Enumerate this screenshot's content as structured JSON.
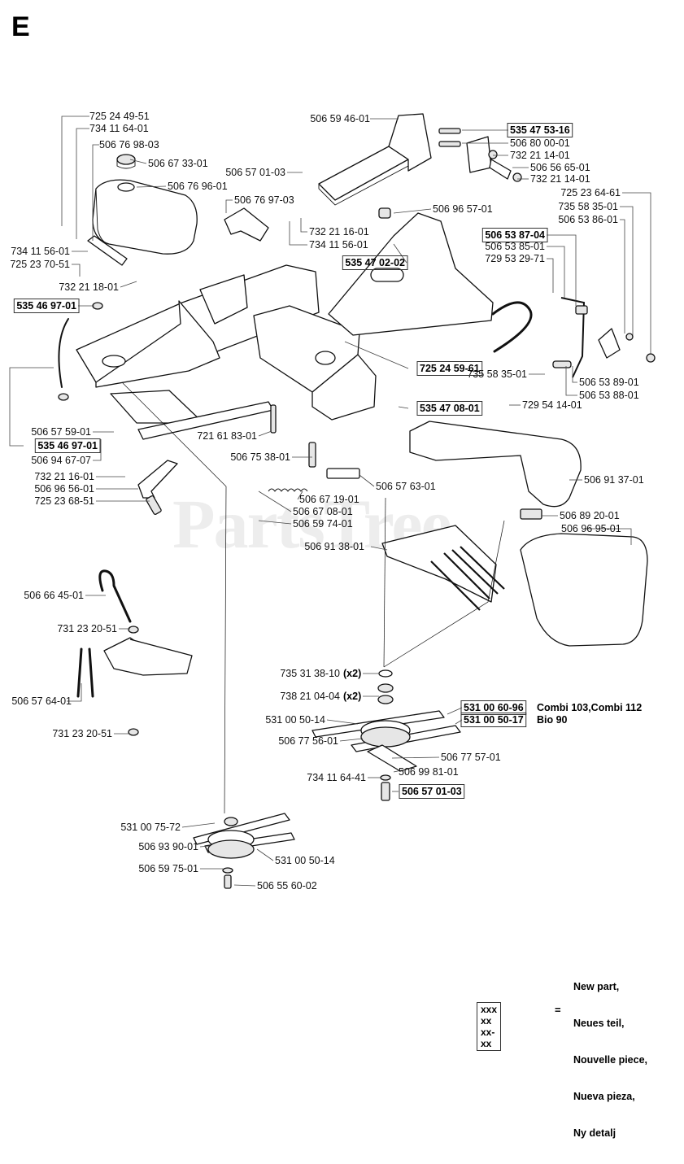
{
  "section_letter": "E",
  "watermark": "PartsTree",
  "legend": {
    "lines": [
      "New part,",
      "Neues teil,",
      "Nouvelle piece,",
      "Nueva pieza,",
      "Ny detalj"
    ],
    "box_text": "xxx xx xx-xx",
    "equals": "="
  },
  "callouts": [
    {
      "id": "c1",
      "text": "725 24 49-51",
      "boxed": false
    },
    {
      "id": "c2",
      "text": "734 11 64-01",
      "boxed": false
    },
    {
      "id": "c3",
      "text": "506 76 98-03",
      "boxed": false
    },
    {
      "id": "c4",
      "text": "506 67 33-01",
      "boxed": false
    },
    {
      "id": "c5",
      "text": "506 76 96-01",
      "boxed": false
    },
    {
      "id": "c6",
      "text": "506 59 46-01",
      "boxed": false
    },
    {
      "id": "c7",
      "text": "535 47 53-16",
      "boxed": true
    },
    {
      "id": "c8",
      "text": "506 80 00-01",
      "boxed": false
    },
    {
      "id": "c9",
      "text": "732 21 14-01",
      "boxed": false
    },
    {
      "id": "c10",
      "text": "506 57 01-03",
      "boxed": false
    },
    {
      "id": "c11",
      "text": "506 56 65-01",
      "boxed": false
    },
    {
      "id": "c12",
      "text": "732 21 14-01",
      "boxed": false
    },
    {
      "id": "c13",
      "text": "725 23 64-61",
      "boxed": false
    },
    {
      "id": "c14",
      "text": "506 76 97-03",
      "boxed": false
    },
    {
      "id": "c15",
      "text": "506 96 57-01",
      "boxed": false
    },
    {
      "id": "c16",
      "text": "735 58 35-01",
      "boxed": false
    },
    {
      "id": "c17",
      "text": "506 53 86-01",
      "boxed": false
    },
    {
      "id": "c18",
      "text": "732 21 16-01",
      "boxed": false
    },
    {
      "id": "c19",
      "text": "734 11 56-01",
      "boxed": false
    },
    {
      "id": "c20",
      "text": "506 53 87-04",
      "boxed": true
    },
    {
      "id": "c21",
      "text": "734 11 56-01",
      "boxed": false
    },
    {
      "id": "c22",
      "text": "725 23 70-51",
      "boxed": false
    },
    {
      "id": "c23",
      "text": "506 53 85-01",
      "boxed": false
    },
    {
      "id": "c24",
      "text": "535 47 02-02",
      "boxed": true
    },
    {
      "id": "c25",
      "text": "729 53 29-71",
      "boxed": false
    },
    {
      "id": "c26",
      "text": "732 21 18-01",
      "boxed": false
    },
    {
      "id": "c27",
      "text": "535 46 97-01",
      "boxed": true
    },
    {
      "id": "c28",
      "text": "735 58 35-01",
      "boxed": false
    },
    {
      "id": "c29",
      "text": "506 53 89-01",
      "boxed": false
    },
    {
      "id": "c30",
      "text": "725 24 59-61",
      "boxed": true
    },
    {
      "id": "c31",
      "text": "506 53 88-01",
      "boxed": false
    },
    {
      "id": "c32",
      "text": "535 47 08-01",
      "boxed": true
    },
    {
      "id": "c33",
      "text": "729 54 14-01",
      "boxed": false
    },
    {
      "id": "c34",
      "text": "506 57 59-01",
      "boxed": false
    },
    {
      "id": "c35",
      "text": "721 61 83-01",
      "boxed": false
    },
    {
      "id": "c36",
      "text": "535 46 97-01",
      "boxed": true
    },
    {
      "id": "c37",
      "text": "506 94 67-07",
      "boxed": false
    },
    {
      "id": "c38",
      "text": "506 75 38-01",
      "boxed": false
    },
    {
      "id": "c39",
      "text": "506 91 37-01",
      "boxed": false
    },
    {
      "id": "c40",
      "text": "732 21 16-01",
      "boxed": false
    },
    {
      "id": "c41",
      "text": "506 57 63-01",
      "boxed": false
    },
    {
      "id": "c42",
      "text": "506 96 56-01",
      "boxed": false
    },
    {
      "id": "c43",
      "text": "506 67 19-01",
      "boxed": false
    },
    {
      "id": "c44",
      "text": "725 23 68-51",
      "boxed": false
    },
    {
      "id": "c45",
      "text": "506 67 08-01",
      "boxed": false
    },
    {
      "id": "c46",
      "text": "506 89 20-01",
      "boxed": false
    },
    {
      "id": "c47",
      "text": "506 59 74-01",
      "boxed": false
    },
    {
      "id": "c48",
      "text": "506 96 95-01",
      "boxed": false
    },
    {
      "id": "c49",
      "text": "506 91 38-01",
      "boxed": false
    },
    {
      "id": "c50",
      "text": "506 66 45-01",
      "boxed": false
    },
    {
      "id": "c51",
      "text": "731 23 20-51",
      "boxed": false
    },
    {
      "id": "c52",
      "text": "735 31 38-10",
      "boxed": false
    },
    {
      "id": "c53",
      "text": "738 21 04-04",
      "boxed": false
    },
    {
      "id": "c54",
      "text": "531 00 60-96",
      "boxed": true
    },
    {
      "id": "c55",
      "text": "506 57 64-01",
      "boxed": false
    },
    {
      "id": "c56",
      "text": "531 00 50-14",
      "boxed": false
    },
    {
      "id": "c57",
      "text": "531 00 50-17",
      "boxed": true
    },
    {
      "id": "c58",
      "text": "731 23 20-51",
      "boxed": false
    },
    {
      "id": "c59",
      "text": "506 77 56-01",
      "boxed": false
    },
    {
      "id": "c60",
      "text": "506 77 57-01",
      "boxed": false
    },
    {
      "id": "c61",
      "text": "506 99 81-01",
      "boxed": false
    },
    {
      "id": "c62",
      "text": "734 11 64-41",
      "boxed": false
    },
    {
      "id": "c63",
      "text": "506 57 01-03",
      "boxed": true
    },
    {
      "id": "c64",
      "text": "531 00 75-72",
      "boxed": false
    },
    {
      "id": "c65",
      "text": "506 93 90-01",
      "boxed": false
    },
    {
      "id": "c66",
      "text": "531 00 50-14",
      "boxed": false
    },
    {
      "id": "c67",
      "text": "506 59 75-01",
      "boxed": false
    },
    {
      "id": "c68",
      "text": "506 55 60-02",
      "boxed": false
    }
  ],
  "notes": [
    {
      "id": "n1",
      "text": "(x2)"
    },
    {
      "id": "n2",
      "text": "(x2)"
    },
    {
      "id": "n3",
      "text": "Combi 103,Combi 112"
    },
    {
      "id": "n4",
      "text": "Bio 90"
    }
  ]
}
